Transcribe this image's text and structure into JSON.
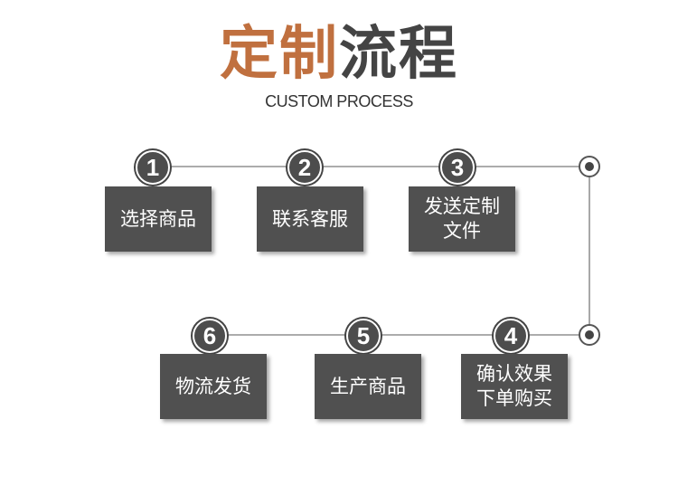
{
  "title": {
    "accent": "定制",
    "rest": "流程"
  },
  "subtitle": "CUSTOM PROCESS",
  "steps": [
    {
      "number": "1",
      "label": "选择商品"
    },
    {
      "number": "2",
      "label": "联系客服"
    },
    {
      "number": "3",
      "label": "发送定制\n文件"
    },
    {
      "number": "4",
      "label": "确认效果\n下单购买"
    },
    {
      "number": "5",
      "label": "生产商品"
    },
    {
      "number": "6",
      "label": "物流发货"
    }
  ]
}
